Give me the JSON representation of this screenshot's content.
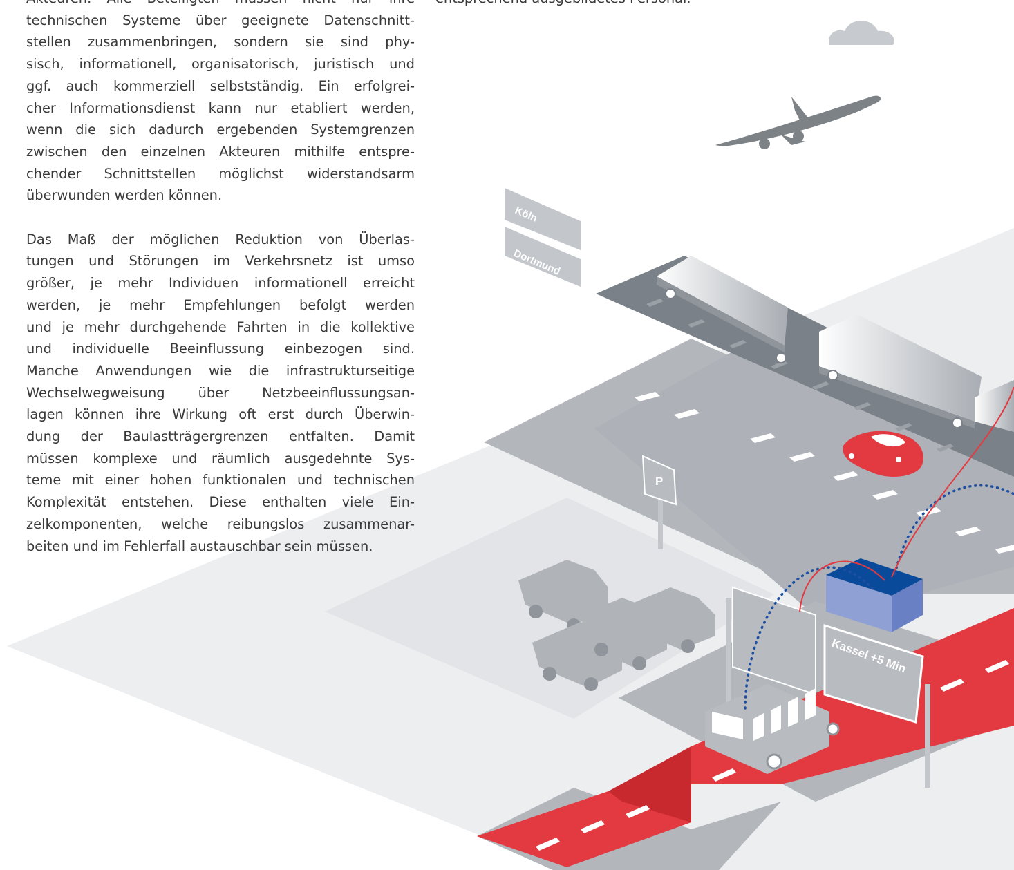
{
  "left_column": {
    "paragraph_1_lines": [
      "Akteuren. Alle Beteiligten müssen nicht nur ihre",
      "technischen Systeme über geeignete Datenschnitt-",
      "stellen zusammenbringen, sondern sie sind phy-",
      "sisch, informationell, organisatorisch, juristisch und",
      "ggf. auch kommerziell selbstständig. Ein erfolgrei-",
      "cher Informationsdienst kann nur etabliert werden,",
      "wenn die sich dadurch ergebenden Systemgrenzen",
      "zwischen den einzelnen Akteuren mithilfe entspre-",
      "chender Schnittstellen möglichst widerstandsarm",
      "überwunden werden können."
    ],
    "paragraph_2_lines": [
      "Das Maß der möglichen Reduktion von Überlas-",
      "tungen und Störungen im Verkehrsnetz ist umso",
      "größer, je mehr Individuen informationell erreicht",
      "werden, je mehr Empfehlungen befolgt werden",
      "und je mehr durchgehende Fahrten in die kollektive",
      "und individuelle Beeinflussung einbezogen sind.",
      "Manche Anwendungen wie die infrastrukturseitige",
      "Wechselwegweisung über Netzbeeinflussungsan-",
      "lagen können ihre Wirkung oft erst durch Überwin-",
      "dung der Baulastträgergrenzen entfalten. Damit",
      "müssen komplexe und räumlich ausgedehnte Sys-",
      "teme mit einer hohen funktionalen und technischen",
      "Komplexität entstehen. Diese enthalten viele Ein-",
      "zelkomponenten, welche reibungslos zusammenar-",
      "beiten und im Fehlerfall austauschbar sein müssen."
    ]
  },
  "right_column": {
    "line_1": "entsprechend ausgebildetes Personal."
  },
  "illustration": {
    "sign_koeln": "Köln",
    "sign_dortmund": "Dortmund",
    "sign_parking": "P",
    "sign_kassel": "Kassel +5 Min",
    "colors": {
      "red_lane": "#e23a40",
      "network_blue": "#1e4fa0",
      "box_top": "#0a4a9a",
      "box_front": "#8fa0d4",
      "box_side": "#6a80c4",
      "ground_light": "#eceef0",
      "road_gray": "#b3b7bc",
      "sign_gray": "#c3c7cc",
      "rail_dark": "#7b8188",
      "cloud": "#c7cacf",
      "plane": "#7d8287"
    }
  }
}
